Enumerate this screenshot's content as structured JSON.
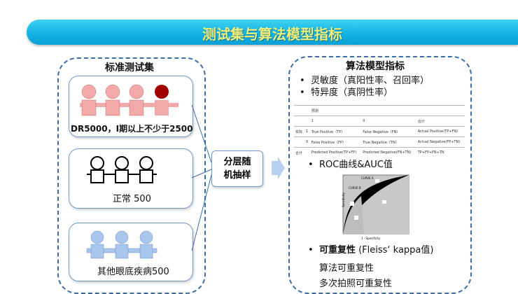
{
  "title": "测试集与算法模型指标",
  "left": {
    "title": "标准测试集",
    "groups": [
      {
        "label": "DR5000，I期以上不少于2500"
      },
      {
        "label": "正常 500"
      },
      {
        "label": "其他眼底疾病500"
      }
    ]
  },
  "middle": {
    "line1": "分层随",
    "line2": "机抽样"
  },
  "right": {
    "title": "算法模型指标",
    "bullet1": "灵敏度（真阳性率、召回率）",
    "bullet2": "特异度（真阴性率）",
    "table": {
      "head": [
        "",
        "",
        "预测",
        "",
        ""
      ],
      "row0": [
        "",
        "",
        "1",
        "0",
        "合计"
      ],
      "row1": [
        "实际",
        "1",
        "True Positive（TP）",
        "False Negative（FN）",
        "Actual Positive(TP+FN)"
      ],
      "row2": [
        "",
        "0",
        "False Positive（FP）",
        "True Negative（TN）",
        "Actual Negative(FP+TN)"
      ],
      "row3": [
        "合计",
        "",
        "Predicted Positive(TP+FP)",
        "Predicted Negative(FN+TN)",
        "TP+FP+FN+TN"
      ]
    },
    "roc_label": "ROC曲线&AUC值",
    "roc_axis_x": "1 - Specificity",
    "roc_axis_y": "Sensitivity",
    "roc_curve1": "CURVE A",
    "roc_curve2": "CURVE B",
    "repeat_label": "可重复性",
    "repeat_rest": " (Fleiss‘ kappa值)",
    "sub1": "算法可重复性",
    "sub2": "多次拍照可重复性"
  },
  "colors": {
    "red": "#f4a9a9",
    "red_dark": "#a00000",
    "blue": "#a9c7ee",
    "panel_border": "#3a6ea8",
    "banner": "#14b3e3",
    "title_text": "#f3f07a"
  }
}
